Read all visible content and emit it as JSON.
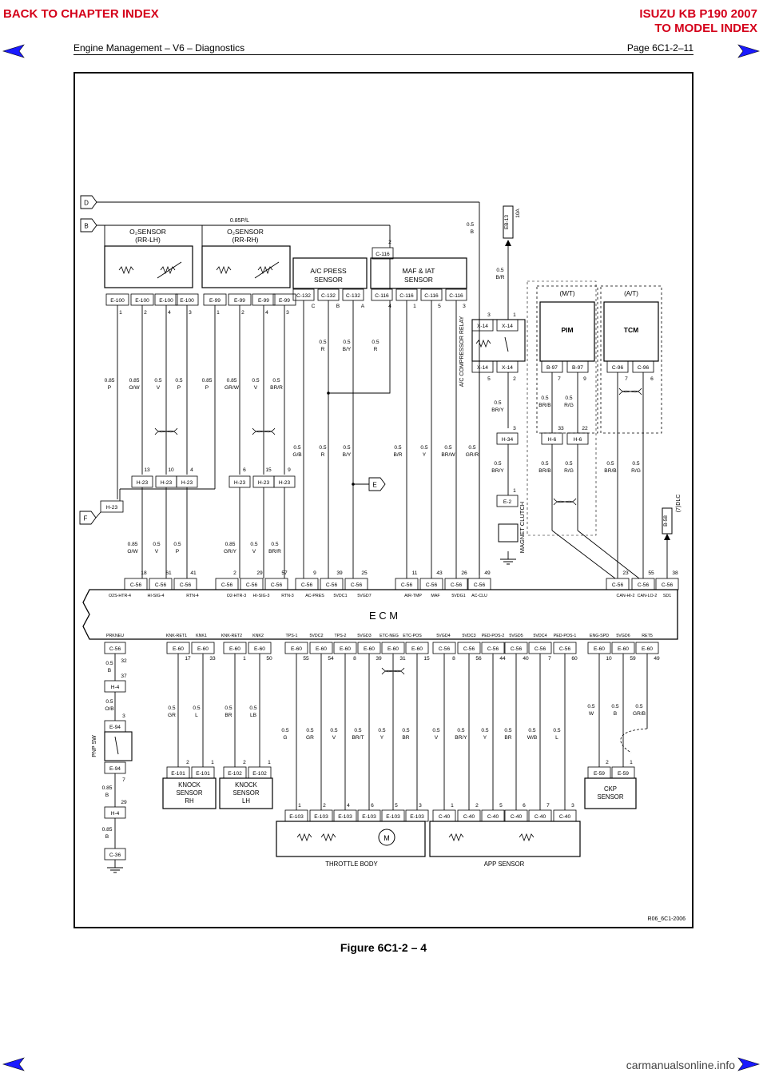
{
  "header": {
    "back_link": "BACK TO CHAPTER INDEX",
    "model_title": "ISUZU KB P190 2007",
    "model_link": "TO MODEL INDEX",
    "section": "Engine Management – V6 – Diagnostics",
    "page": "Page 6C1-2–11"
  },
  "colors": {
    "link": "#d4001a",
    "nav_arrow": "#1a1aff"
  },
  "icons": [
    "arrow-left-icon",
    "arrow-right-icon"
  ],
  "diagram": {
    "refs": [
      "D",
      "B",
      "E",
      "F"
    ],
    "top_wires": {
      "b_bus": "0.85P/L",
      "eb13": "EB-13",
      "fuse": "10A",
      "b_wire": [
        "0.5",
        "B"
      ],
      "br_wire": [
        "0.5",
        "B/R"
      ]
    },
    "o2_lh": {
      "title": [
        "O₂SENSOR",
        "(RR-LH)"
      ],
      "conn": "E-100",
      "pins": [
        "1",
        "2",
        "4",
        "3"
      ],
      "wires": [
        [
          "0.85",
          "P"
        ],
        [
          "0.85",
          "O/W"
        ],
        [
          "0.5",
          "V"
        ],
        [
          "0.5",
          "P"
        ]
      ]
    },
    "o2_rh": {
      "title": [
        "O₂SENSOR",
        "(RR-RH)"
      ],
      "conn": "E-99",
      "pins": [
        "1",
        "2",
        "4",
        "3"
      ],
      "wires": [
        [
          "0.85",
          "P"
        ],
        [
          "0.85",
          "GR/W"
        ],
        [
          "0.5",
          "V"
        ],
        [
          "0.5",
          "BR/R"
        ]
      ]
    },
    "h23_lh": {
      "conn": "H-23",
      "pins": [
        "13",
        "10",
        "4"
      ]
    },
    "h23_rh": {
      "conn": "H-23",
      "pins": [
        "6",
        "15",
        "9"
      ]
    },
    "h23_f": "H-23",
    "lower_lh_wires": [
      [
        "0.85",
        "O/W"
      ],
      [
        "0.5",
        "V"
      ],
      [
        "0.5",
        "P"
      ]
    ],
    "lower_rh_wires": [
      [
        "0.85",
        "GR/Y"
      ],
      [
        "0.5",
        "V"
      ],
      [
        "0.5",
        "BR/R"
      ]
    ],
    "ac_press": {
      "title": [
        "A/C PRESS",
        "SENSOR"
      ],
      "conn": "C-132",
      "pins": [
        "C",
        "B",
        "A"
      ],
      "wires": [
        [
          "0.5",
          "R"
        ],
        [
          "0.5",
          "B/Y"
        ],
        [
          "0.5",
          "R"
        ]
      ]
    },
    "maf": {
      "title": [
        "MAF & IAT",
        "SENSOR"
      ],
      "conn": "C-116",
      "pins": [
        "4",
        "1",
        "5",
        "3"
      ],
      "top_pin": "2"
    },
    "mid_wires": [
      [
        "0.5",
        "G/B"
      ],
      [
        "0.5",
        "R"
      ],
      [
        "0.5",
        "B/Y"
      ],
      [
        "0.5",
        "B/R"
      ],
      [
        "0.5",
        "Y"
      ],
      [
        "0.5",
        "BR/W"
      ],
      [
        "0.5",
        "GR/R"
      ]
    ],
    "relay": {
      "conn": "X-14",
      "pins": [
        "3",
        "1",
        "5",
        "2"
      ],
      "label": "A/C COMPRESSOR RELAY"
    },
    "mt": {
      "label": "(M/T)",
      "module": "PIM",
      "conn": "B-97",
      "pins": [
        "7",
        "9"
      ],
      "h6": "H-6",
      "h6_pins": [
        "33",
        "22"
      ],
      "wires": [
        [
          "0.5",
          "BR/B"
        ],
        [
          "0.5",
          "R/G"
        ]
      ]
    },
    "at": {
      "label": "(A/T)",
      "module": "TCM",
      "conn": "C-96",
      "pins": [
        "7",
        "6"
      ],
      "wires": [
        [
          "0.5",
          "BR/B"
        ],
        [
          "0.5",
          "R/G"
        ]
      ]
    },
    "clutch": {
      "h34": "H-34",
      "pin3": "3",
      "pin1": "1",
      "e2": "E-2",
      "label": "MAGNET CLUTCH",
      "wire": [
        "0.5",
        "BR/Y"
      ]
    },
    "dlc": {
      "conn": "B-58",
      "label": "(7)DLC"
    },
    "ecm": {
      "label": "E   C   M",
      "conn_top": "C-56",
      "top_pins": [
        "18",
        "61",
        "41",
        "2",
        "29",
        "57",
        "9",
        "39",
        "25",
        "11",
        "43",
        "26",
        "49",
        "23",
        "55",
        "38"
      ],
      "top_sigs": [
        "O2S-HTR-4",
        "HI-SIG-4",
        "RTN-4",
        "O2-HTR-3",
        "HI-SIG-3",
        "RTN-3",
        "AC-PRES",
        "5VDC1",
        "5VGD7",
        "AIR-TMP",
        "MAF",
        "5VDG1",
        "AC-CLU",
        "CAN-HI-2",
        "CAN-LO-2",
        "SD1"
      ],
      "bottom_sigs": [
        "PRKNEU",
        "KNK-RET1",
        "KNK1",
        "KNK-RET2",
        "KNK2",
        "TPS-1",
        "5VDC2",
        "TPS-2",
        "5VGD3",
        "ETC-NEG",
        "ETC-POS",
        "5VGD4",
        "5VDC3",
        "PED-POS-2",
        "5VGD5",
        "5VDC4",
        "PED-POS-1",
        "ENG-SPD",
        "5VGD6",
        "RET5"
      ]
    },
    "prkneu": {
      "conn": "C-56",
      "pin": "32",
      "wires": [
        [
          "0.5",
          "B"
        ],
        [
          "0.5",
          "O/B"
        ],
        [
          "0.85",
          "B"
        ],
        [
          "0.85",
          "B"
        ]
      ],
      "h4": "H-4",
      "h4_pins": [
        "37",
        "29"
      ],
      "e94": "E-94",
      "e94_pins": [
        "3",
        "7"
      ],
      "sw_label": "PNP SW",
      "c36": "C-36"
    },
    "knock_rh": {
      "title": [
        "KNOCK",
        "SENSOR",
        "RH"
      ],
      "ecm_conn": "E-60",
      "ecm_pins": [
        "17",
        "33"
      ],
      "conn": "E-101",
      "pins": [
        "2",
        "1"
      ],
      "wires": [
        [
          "0.5",
          "GR"
        ],
        [
          "0.5",
          "L"
        ]
      ]
    },
    "knock_lh": {
      "title": [
        "KNOCK",
        "SENSOR",
        "LH"
      ],
      "ecm_conn": "E-60",
      "ecm_pins": [
        "1",
        "50"
      ],
      "conn": "E-102",
      "pins": [
        "2",
        "1"
      ],
      "wires": [
        [
          "0.5",
          "BR"
        ],
        [
          "0.5",
          "LB"
        ]
      ]
    },
    "throttle": {
      "title": "THROTTLE BODY",
      "ecm_conn": "E-60",
      "ecm_pins": [
        "55",
        "54",
        "8",
        "39",
        "31",
        "15"
      ],
      "conn": "E-103",
      "pins": [
        "1",
        "2",
        "4",
        "6",
        "5",
        "3"
      ],
      "wires": [
        [
          "0.5",
          "G"
        ],
        [
          "0.5",
          "GR"
        ],
        [
          "0.5",
          "V"
        ],
        [
          "0.5",
          "BR/T"
        ],
        [
          "0.5",
          "Y"
        ],
        [
          "0.5",
          "BR"
        ]
      ],
      "motor": "M"
    },
    "app": {
      "title": "APP SENSOR",
      "ecm_conn": "C-56",
      "ecm_pins": [
        "8",
        "56",
        "44",
        "40",
        "7",
        "60"
      ],
      "conn": "C-40",
      "pins": [
        "1",
        "2",
        "5",
        "6",
        "7",
        "3"
      ],
      "wires": [
        [
          "0.5",
          "V"
        ],
        [
          "0.5",
          "BR/Y"
        ],
        [
          "0.5",
          "Y"
        ],
        [
          "0.5",
          "BR"
        ],
        [
          "0.5",
          "W/B"
        ],
        [
          "0.5",
          "L"
        ]
      ]
    },
    "ckp": {
      "title": [
        "CKP",
        "SENSOR"
      ],
      "ecm_conn": "E-60",
      "ecm_pins": [
        "10",
        "59",
        "49"
      ],
      "conn": "E-59",
      "pins": [
        "2",
        "1"
      ],
      "wires": [
        [
          "0.5",
          "W"
        ],
        [
          "0.5",
          "B"
        ],
        [
          "0.5",
          "GR/B"
        ]
      ]
    },
    "ref_code": "R06_6C1-2006"
  },
  "caption": "Figure 6C1-2 – 4",
  "watermark": "carmanualsonline.info"
}
